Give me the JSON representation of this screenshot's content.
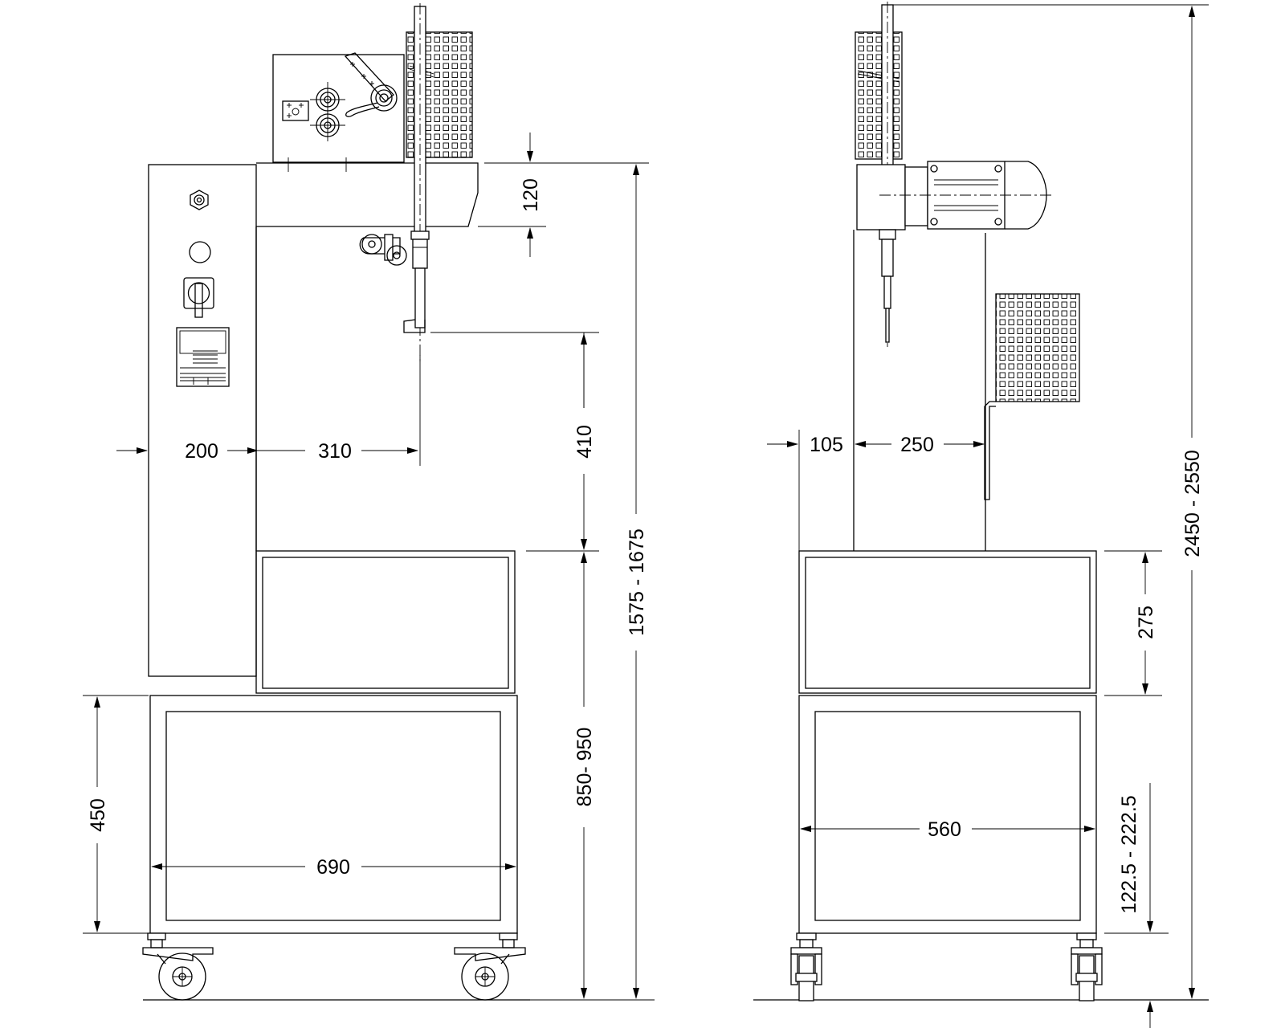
{
  "dimensions": {
    "left_view": {
      "panel_width": "200",
      "reach": "310",
      "head_height": "120",
      "stroke_gap": "410",
      "table_height": "850- 950",
      "total_height": "1575 - 1675",
      "base_height": "450",
      "base_width": "690"
    },
    "right_view": {
      "offset": "105",
      "column_width": "250",
      "total_height": "2450 - 2550",
      "upper_box_height": "275",
      "caster_adjust": "122.5 - 222.5",
      "base_width": "560"
    }
  }
}
